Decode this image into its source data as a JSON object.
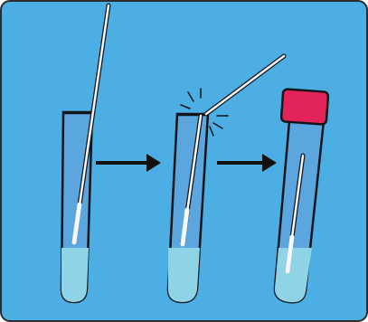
{
  "diagram": {
    "steps": [
      {
        "id": "step-1",
        "description_icon": "tube-with-swab-icon"
      },
      {
        "id": "step-2",
        "description_icon": "tube-snap-swab-icon"
      },
      {
        "id": "step-3",
        "description_icon": "capped-tube-icon"
      }
    ],
    "arrows": [
      {
        "icon": "arrow-right-icon"
      },
      {
        "icon": "arrow-right-icon"
      }
    ]
  },
  "colors": {
    "background": "#4CAEE3",
    "frame_border": "#2D2D2D",
    "tube_fill": "#5BA6DF",
    "tube_stroke": "#14151B",
    "liquid": "#8FD3E6",
    "swab": "#F4F8FB",
    "cap": "#E2245B",
    "arrow": "#121212"
  }
}
